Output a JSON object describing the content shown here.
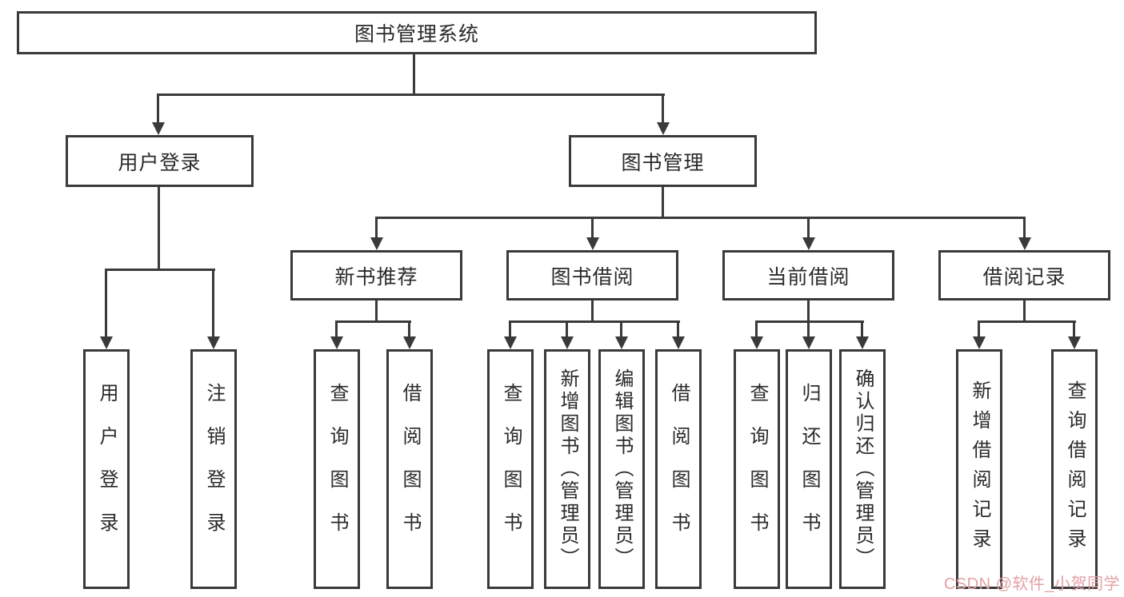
{
  "tree": {
    "label": "图书管理系统",
    "children": [
      {
        "label": "用户登录",
        "children": [
          {
            "label": "用户登录"
          },
          {
            "label": "注销登录"
          }
        ]
      },
      {
        "label": "图书管理",
        "children": [
          {
            "label": "新书推荐",
            "children": [
              {
                "label": "查询图书"
              },
              {
                "label": "借阅图书"
              }
            ]
          },
          {
            "label": "图书借阅",
            "children": [
              {
                "label": "查询图书"
              },
              {
                "label": "新增图书（管理员）"
              },
              {
                "label": "编辑图书（管理员）"
              },
              {
                "label": "借阅图书"
              }
            ]
          },
          {
            "label": "当前借阅",
            "children": [
              {
                "label": "查询图书"
              },
              {
                "label": "归还图书"
              },
              {
                "label": "确认归还（管理员）"
              }
            ]
          },
          {
            "label": "借阅记录",
            "children": [
              {
                "label": "新增借阅记录"
              },
              {
                "label": "查询借阅记录"
              }
            ]
          }
        ]
      }
    ]
  },
  "watermark": {
    "text": "CSDN @软件_小贺同学"
  },
  "colors": {
    "line": "#3a3a3a",
    "text": "#2a2a2a",
    "background": "#ffffff",
    "watermark": "#e3a1a4"
  }
}
